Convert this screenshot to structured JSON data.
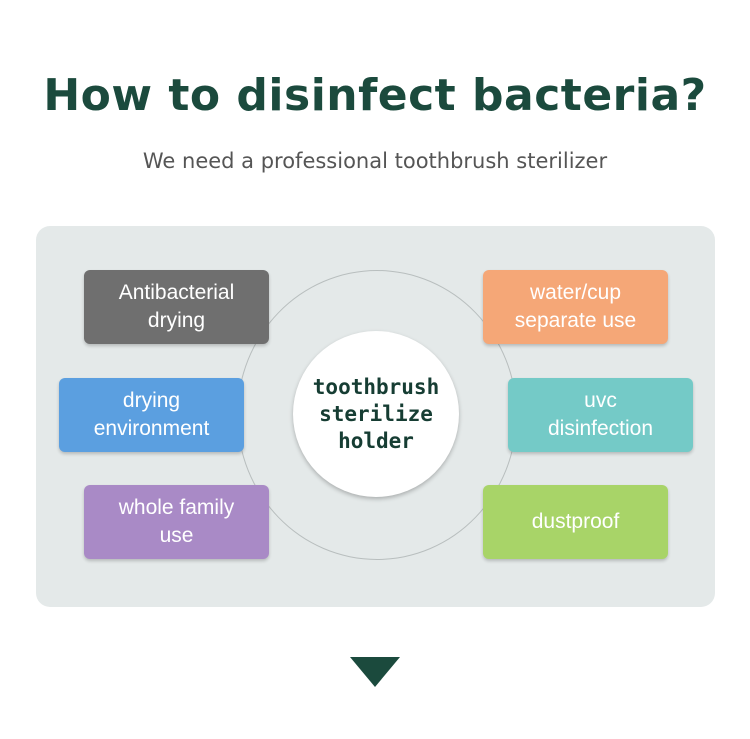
{
  "title": "How to disinfect bacteria?",
  "subtitle": "We need a professional toothbrush sterilizer",
  "center": {
    "line1": "toothbrush",
    "line2": "sterilize",
    "line3": "holder"
  },
  "features": [
    {
      "line1": "Antibacterial",
      "line2": "drying",
      "color": "#6f6f6f"
    },
    {
      "line1": "water/cup",
      "line2": "separate use",
      "color": "#f5a777"
    },
    {
      "line1": "drying",
      "line2": "environment",
      "color": "#5b9fe0"
    },
    {
      "line1": "uvc",
      "line2": "disinfection",
      "color": "#74cac7"
    },
    {
      "line1": "whole family",
      "line2": "use",
      "color": "#a98ac6"
    },
    {
      "line1": "dustproof",
      "color": "#a8d468"
    }
  ]
}
